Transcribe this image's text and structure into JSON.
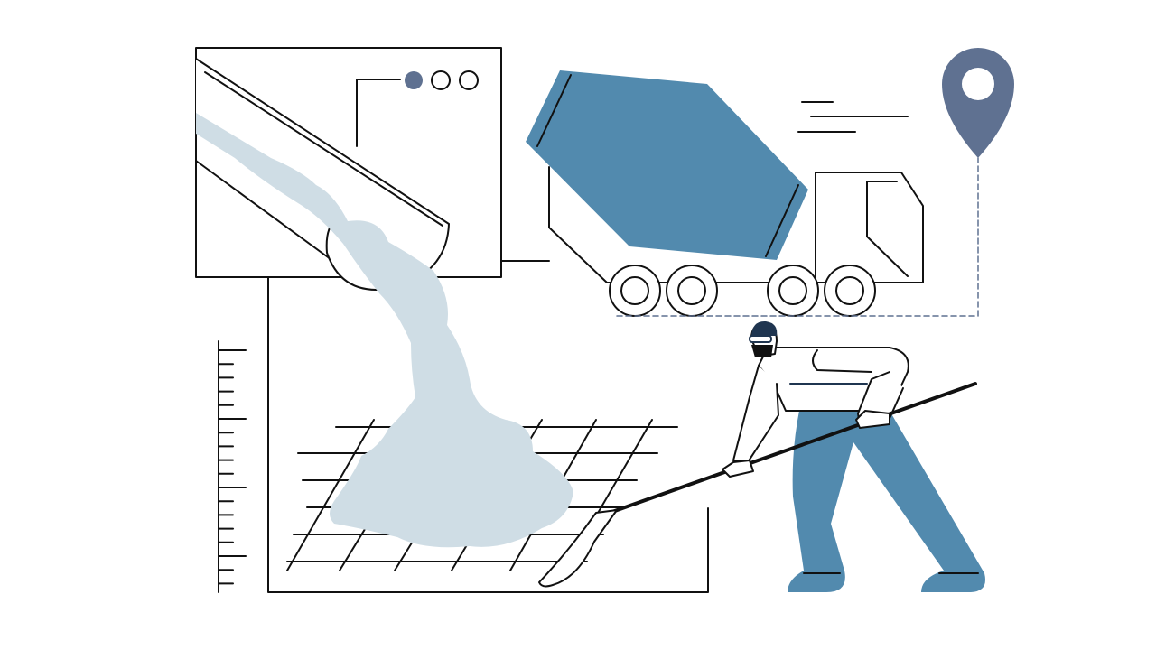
{
  "colors": {
    "background": "#ffffff",
    "outline": "#111111",
    "accent_blue": "#528aae",
    "pin_slate": "#5f7191",
    "concrete": "#cfdde5",
    "helmet_navy": "#1f3550"
  },
  "icons": [
    "browser-window-dots",
    "location-pin-icon",
    "cement-mixer-truck",
    "construction-worker",
    "concrete-chute",
    "ruler"
  ]
}
